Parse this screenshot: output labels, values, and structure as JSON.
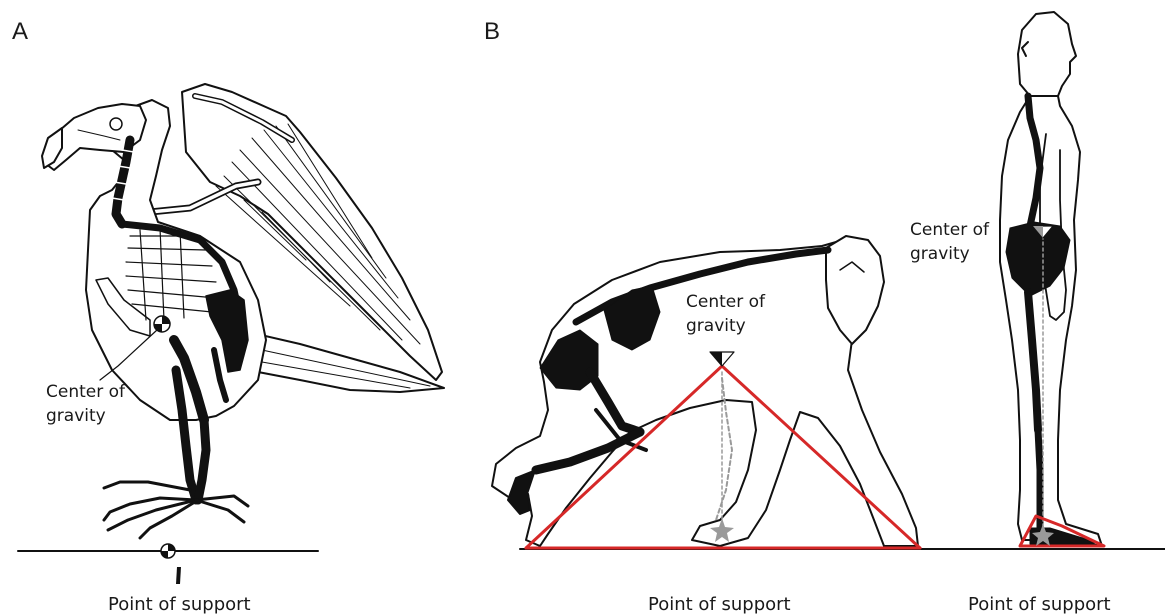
{
  "panels": {
    "a": {
      "letter": "A",
      "center_label_line1": "Center of",
      "center_label_line2": "gravity",
      "support_label": "Point of support"
    },
    "b": {
      "letter": "B",
      "quadruped": {
        "center_label_line1": "Center of",
        "center_label_line2": "gravity",
        "support_label": "Point of support"
      },
      "biped": {
        "center_label_line1": "Center of",
        "center_label_line2": "gravity",
        "support_label": "Point of support"
      }
    }
  },
  "colors": {
    "support_base": "#d62828",
    "ground": "#222222",
    "ink": "#111111",
    "gravity_line": "#9a9a9a"
  }
}
